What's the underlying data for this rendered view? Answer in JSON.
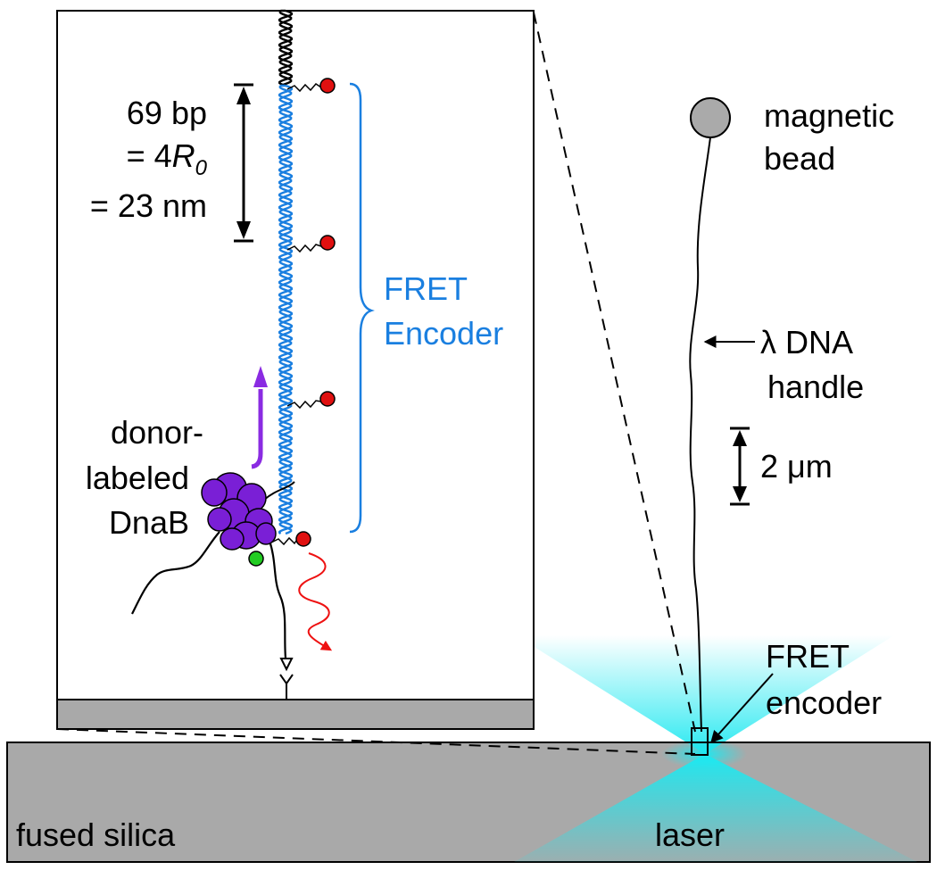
{
  "inset": {
    "length_label": {
      "line1": "69 bp",
      "line2_prefix": "= 4",
      "line2_symbol": "R",
      "line2_subscript": "0",
      "line3": "= 23 nm"
    },
    "encoder_label": {
      "line1": "FRET",
      "line2": "Encoder"
    },
    "donor_label": {
      "line1": "donor-",
      "line2": "labeled",
      "line3": "DnaB"
    }
  },
  "overview": {
    "bead_label": {
      "line1": "magnetic",
      "line2": "bead"
    },
    "handle_label": {
      "line1": "λ DNA",
      "line2": "handle"
    },
    "scale_label": "2 μm",
    "encoder_label": {
      "line1": "FRET",
      "line2": "encoder"
    },
    "substrate_label": "fused silica",
    "laser_label": "laser"
  },
  "colors": {
    "dna_blue": "#1a7fe0",
    "acceptor_red": "#e01010",
    "donor_green": "#22cc22",
    "dnab_purple": "#7a1fd6",
    "motion_arrow_purple": "#8a2be2",
    "emission_red": "#ee1111",
    "laser_cyan": "#1ee8f0",
    "silica_gray": "#a9a9a9",
    "bead_gray": "#aaaaaa"
  }
}
